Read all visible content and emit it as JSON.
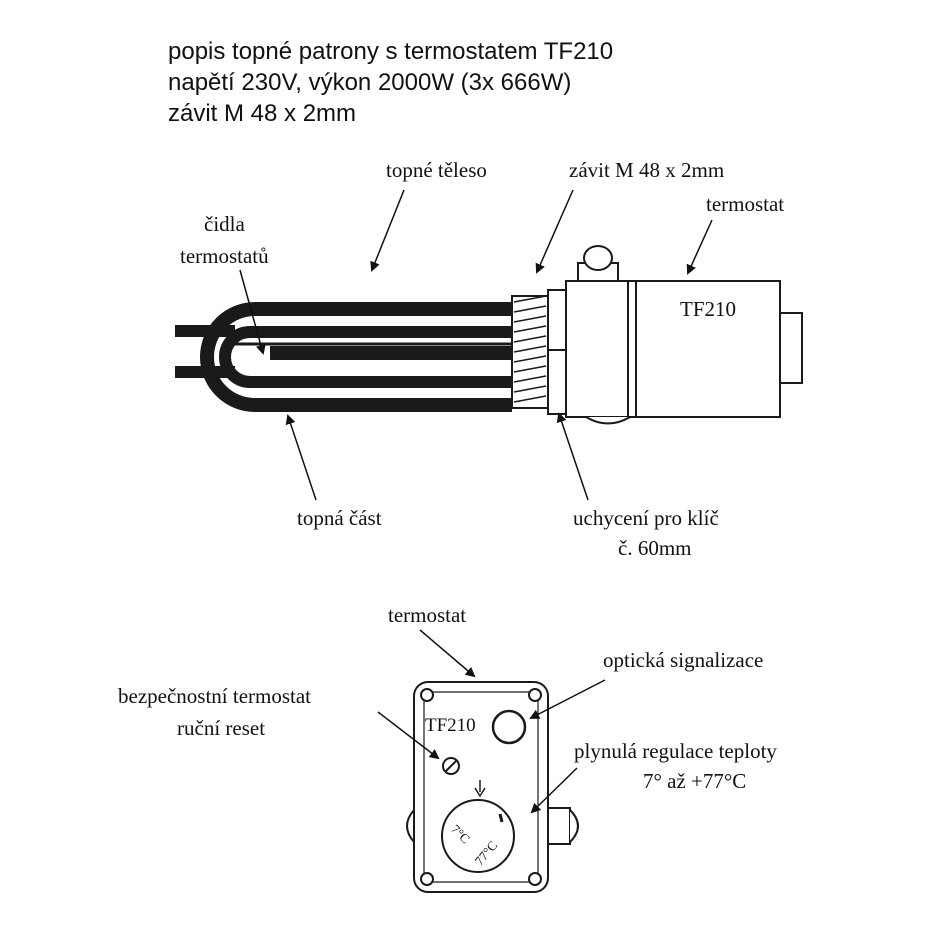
{
  "title": {
    "line1": "popis topné patrony s termostatem TF210",
    "line2": "napětí 230V, výkon 2000W (3x 666W)",
    "line3": "závit M 48 x 2mm"
  },
  "heater_labels": {
    "topne_teleso": "topné těleso",
    "zavit": "závit M 48 x 2mm",
    "termostat": "termostat",
    "cidla_line1": "čidla",
    "cidla_line2": "termostatů",
    "model": "TF210",
    "topna_cast": "topná část",
    "uchyceni_line1": "uchycení pro klíč",
    "uchyceni_line2": "č. 60mm"
  },
  "box_labels": {
    "termostat": "termostat",
    "opticka": "optická signalizace",
    "bezpecnostni_line1": "bezpečnostní termostat",
    "bezpecnostni_line2": "ruční reset",
    "plynula_line1": "plynulá regulace teploty",
    "plynula_line2": "7° až +77°C",
    "model": "TF210",
    "dial_min": "7°C",
    "dial_max": "77°C"
  }
}
